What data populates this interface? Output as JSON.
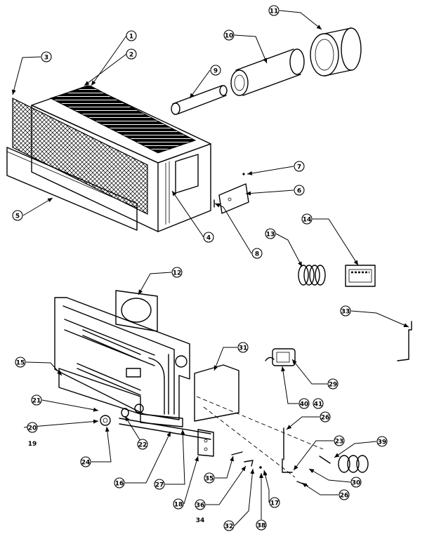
{
  "callouts": [
    {
      "id": "c1",
      "label": "1"
    },
    {
      "id": "c2",
      "label": "2"
    },
    {
      "id": "c3",
      "label": "3"
    },
    {
      "id": "c4",
      "label": "4"
    },
    {
      "id": "c5",
      "label": "5"
    },
    {
      "id": "c6",
      "label": "6"
    },
    {
      "id": "c7",
      "label": "7"
    },
    {
      "id": "c8",
      "label": "8"
    },
    {
      "id": "c9",
      "label": "9"
    },
    {
      "id": "c10",
      "label": "10"
    },
    {
      "id": "c11",
      "label": "11"
    },
    {
      "id": "c12",
      "label": "12"
    },
    {
      "id": "c13",
      "label": "13"
    },
    {
      "id": "c14",
      "label": "14"
    },
    {
      "id": "c15",
      "label": "15"
    },
    {
      "id": "c16",
      "label": "16"
    },
    {
      "id": "c17",
      "label": "17"
    },
    {
      "id": "c18",
      "label": "18"
    },
    {
      "id": "c19",
      "label": "19"
    },
    {
      "id": "c20",
      "label": "20"
    },
    {
      "id": "c21",
      "label": "21"
    },
    {
      "id": "c22",
      "label": "22"
    },
    {
      "id": "c23",
      "label": "23"
    },
    {
      "id": "c24",
      "label": "24"
    },
    {
      "id": "c26a",
      "label": "26"
    },
    {
      "id": "c26b",
      "label": "26"
    },
    {
      "id": "c27",
      "label": "27"
    },
    {
      "id": "c29",
      "label": "29"
    },
    {
      "id": "c30",
      "label": "30"
    },
    {
      "id": "c31",
      "label": "31"
    },
    {
      "id": "c32",
      "label": "32"
    },
    {
      "id": "c33",
      "label": "33"
    },
    {
      "id": "c34",
      "label": "34"
    },
    {
      "id": "c35",
      "label": "35"
    },
    {
      "id": "c36",
      "label": "36"
    },
    {
      "id": "c38",
      "label": "38"
    },
    {
      "id": "c39",
      "label": "39"
    },
    {
      "id": "c40",
      "label": "40"
    },
    {
      "id": "c41",
      "label": "41"
    }
  ]
}
